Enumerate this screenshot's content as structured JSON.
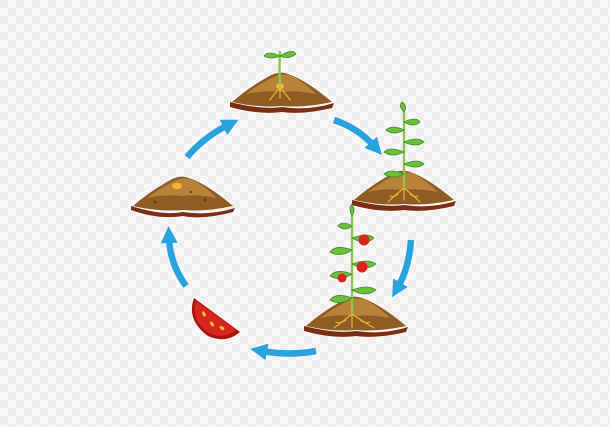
{
  "diagram": {
    "colors": {
      "background": "#f8f8f8",
      "checker": "#eeeeee",
      "arrow": "#29a3dd",
      "soil_top": "#b8823a",
      "soil_mid": "#8f5c24",
      "soil_dark": "#6b3a18",
      "soil_rim": "#7a2e14",
      "leaf": "#6cbf3c",
      "leaf_dark": "#3e8f24",
      "stem": "#8cc751",
      "root": "#e7b13a",
      "seed": "#f1b62e",
      "tomato": "#d8261e",
      "tomato_dark": "#a8160f",
      "tomato_seed": "#f3c033"
    },
    "stages": [
      {
        "id": "seed-in-soil",
        "icon": "soil-mound-with-seed-icon"
      },
      {
        "id": "sprout",
        "icon": "sprouting-seedling-icon"
      },
      {
        "id": "young-plant",
        "icon": "young-tomato-plant-icon"
      },
      {
        "id": "fruiting-plant",
        "icon": "tomato-plant-with-fruit-icon"
      },
      {
        "id": "tomato-slice",
        "icon": "tomato-slice-icon"
      }
    ],
    "arrows": [
      {
        "from": "seed-in-soil",
        "to": "sprout"
      },
      {
        "from": "sprout",
        "to": "young-plant"
      },
      {
        "from": "young-plant",
        "to": "fruiting-plant"
      },
      {
        "from": "fruiting-plant",
        "to": "tomato-slice"
      },
      {
        "from": "tomato-slice",
        "to": "seed-in-soil"
      }
    ]
  }
}
